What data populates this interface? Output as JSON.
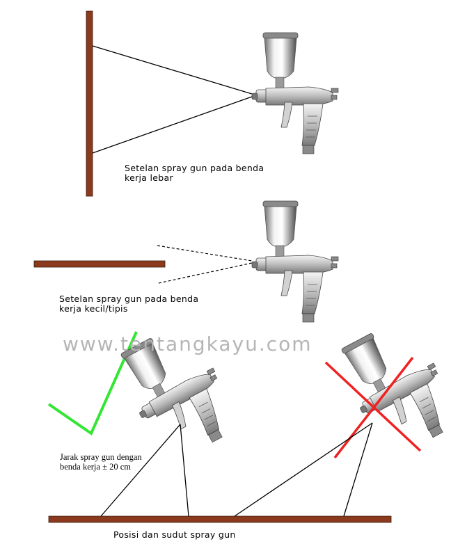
{
  "diagram": {
    "labels": {
      "wide_workpiece": [
        "Setelan spray gun pada benda",
        "kerja lebar"
      ],
      "thin_workpiece": [
        "Setelan spray gun pada benda",
        "kerja kecil/tipis"
      ],
      "distance": [
        "Jarak spray gun dengan",
        "benda kerja ± 20 cm"
      ],
      "position": "Posisi dan sudut spray gun"
    },
    "watermark": "www.tentangkayu.com",
    "colors": {
      "workpiece": "#8b3a1e",
      "check_mark": "#33e633",
      "cross_mark": "#ee2222",
      "watermark": "#b5b5b5"
    },
    "icons": [
      "spray-gun-icon",
      "check-mark-icon",
      "cross-mark-icon"
    ]
  }
}
